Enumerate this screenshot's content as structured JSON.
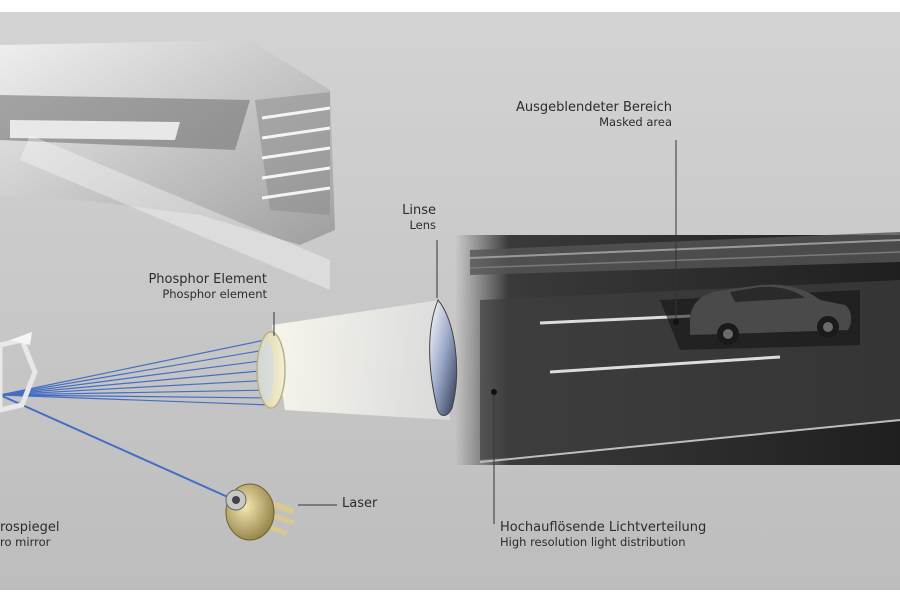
{
  "colors": {
    "background": "#c9c9c9",
    "beam_blue": "#2f5fc4",
    "road": "#2b2b2b",
    "car": "#4a4a4a",
    "label_text": "#2c2c2c",
    "leader_line": "#333333"
  },
  "labels": {
    "masked_area": {
      "de": "Ausgeblendeter Bereich",
      "en": "Masked area"
    },
    "lens": {
      "de": "Linse",
      "en": "Lens"
    },
    "phosphor": {
      "de": "Phosphor Element",
      "en": "Phosphor element"
    },
    "laser": {
      "de": "Laser"
    },
    "micro_mirror": {
      "de": "rospiegel",
      "en": "ro mirror"
    },
    "light_distribution": {
      "de": "Hochauflösende Lichtverteilung",
      "en": "High resolution light distribution"
    }
  }
}
